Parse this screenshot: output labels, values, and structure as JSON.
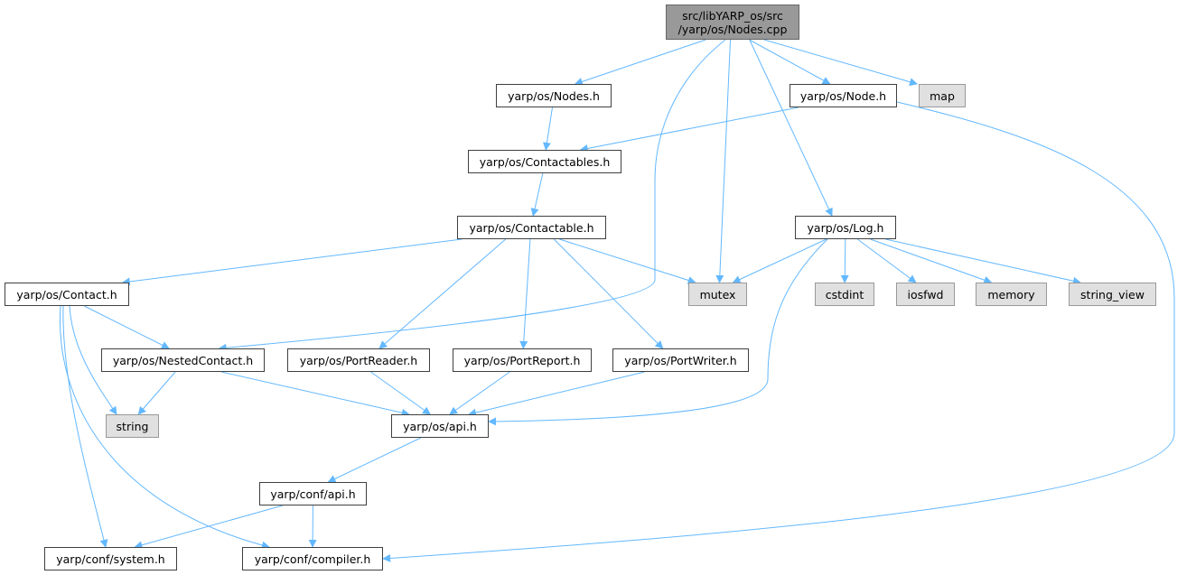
{
  "colors": {
    "edge": "#63b8ff",
    "root_fill": "#999999",
    "system_fill": "#e0e0e0",
    "node_border": "#404040"
  },
  "nodes": {
    "root": {
      "line1": "src/libYARP_os/src",
      "line2": "/yarp/os/Nodes.cpp"
    },
    "nodes_h": "yarp/os/Nodes.h",
    "node_h": "yarp/os/Node.h",
    "map": "map",
    "contactables_h": "yarp/os/Contactables.h",
    "contactable_h": "yarp/os/Contactable.h",
    "log_h": "yarp/os/Log.h",
    "contact_h": "yarp/os/Contact.h",
    "mutex": "mutex",
    "cstdint": "cstdint",
    "iosfwd": "iosfwd",
    "memory": "memory",
    "string_view": "string_view",
    "nestedcontact_h": "yarp/os/NestedContact.h",
    "portreader_h": "yarp/os/PortReader.h",
    "portreport_h": "yarp/os/PortReport.h",
    "portwriter_h": "yarp/os/PortWriter.h",
    "string": "string",
    "api_h": "yarp/os/api.h",
    "conf_api_h": "yarp/conf/api.h",
    "system_h": "yarp/conf/system.h",
    "compiler_h": "yarp/conf/compiler.h"
  },
  "edges": [
    [
      "root",
      "nodes_h"
    ],
    [
      "root",
      "node_h"
    ],
    [
      "root",
      "map"
    ],
    [
      "root",
      "nestedcontact_h"
    ],
    [
      "root",
      "mutex"
    ],
    [
      "root",
      "log_h"
    ],
    [
      "nodes_h",
      "contactables_h"
    ],
    [
      "node_h",
      "contactables_h"
    ],
    [
      "node_h",
      "compiler_h"
    ],
    [
      "contactables_h",
      "contactable_h"
    ],
    [
      "contactable_h",
      "contact_h"
    ],
    [
      "contactable_h",
      "mutex"
    ],
    [
      "contactable_h",
      "portreader_h"
    ],
    [
      "contactable_h",
      "portreport_h"
    ],
    [
      "contactable_h",
      "portwriter_h"
    ],
    [
      "log_h",
      "mutex"
    ],
    [
      "log_h",
      "cstdint"
    ],
    [
      "log_h",
      "iosfwd"
    ],
    [
      "log_h",
      "memory"
    ],
    [
      "log_h",
      "string_view"
    ],
    [
      "log_h",
      "api_h"
    ],
    [
      "contact_h",
      "nestedcontact_h"
    ],
    [
      "contact_h",
      "string"
    ],
    [
      "contact_h",
      "system_h"
    ],
    [
      "contact_h",
      "compiler_h"
    ],
    [
      "nestedcontact_h",
      "string"
    ],
    [
      "nestedcontact_h",
      "api_h"
    ],
    [
      "portreader_h",
      "api_h"
    ],
    [
      "portreport_h",
      "api_h"
    ],
    [
      "portwriter_h",
      "api_h"
    ],
    [
      "api_h",
      "conf_api_h"
    ],
    [
      "conf_api_h",
      "system_h"
    ],
    [
      "conf_api_h",
      "compiler_h"
    ]
  ]
}
